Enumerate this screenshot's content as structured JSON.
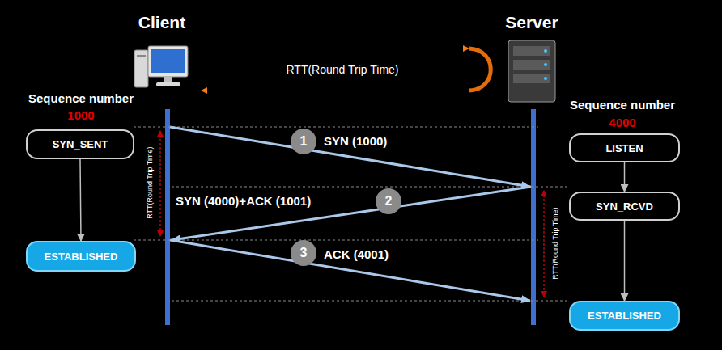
{
  "diagram": {
    "nodes": [
      {
        "text": [
          "SYN_SENT"
        ]
      },
      {
        "text": [
          "ESTABLISHED"
        ]
      },
      {
        "text": [
          "LISTEN"
        ]
      },
      {
        "text": [
          "SYN_RCVD"
        ]
      },
      {
        "text": [
          "ESTABLISHED"
        ]
      }
    ],
    "edges": [
      {
        "from": 0,
        "to": 1,
        "arrow": "to"
      },
      {
        "from": 2,
        "to": 3,
        "arrow": "to"
      },
      {
        "from": 3,
        "to": 4,
        "arrow": "to"
      }
    ],
    "labels": [
      "Client",
      "Server",
      "RTT(Round Trip Time)",
      "Sequence number",
      "1000",
      "Sequence number",
      "4000",
      "1",
      "SYN (1000)",
      "2",
      "SYN (4000)+ACK (1001)",
      "3",
      "ACK (4001)",
      "RTT(Round Trip Time)",
      "RTT(Round Trip Time)"
    ]
  }
}
